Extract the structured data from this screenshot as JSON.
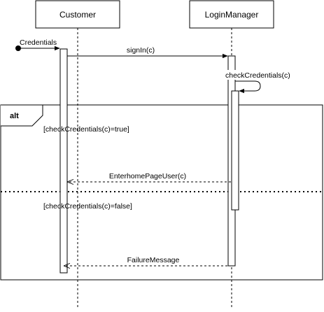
{
  "participants": [
    {
      "name": "Customer"
    },
    {
      "name": "LoginManager"
    }
  ],
  "found_message": {
    "label": "Credentials"
  },
  "messages": [
    {
      "label": "signIn(c)",
      "style": "sync"
    },
    {
      "label": "checkCredentials(c)",
      "style": "self"
    },
    {
      "label": "EnterhomePageUser(c)",
      "style": "return"
    },
    {
      "label": "FailureMessage",
      "style": "return"
    }
  ],
  "fragment": {
    "operator": "alt",
    "guards": [
      {
        "text": "[checkCredentials(c)=true]"
      },
      {
        "text": "[checkCredentials(c)=false]"
      }
    ]
  },
  "colors": {
    "line": "#000000",
    "background": "#ffffff"
  }
}
